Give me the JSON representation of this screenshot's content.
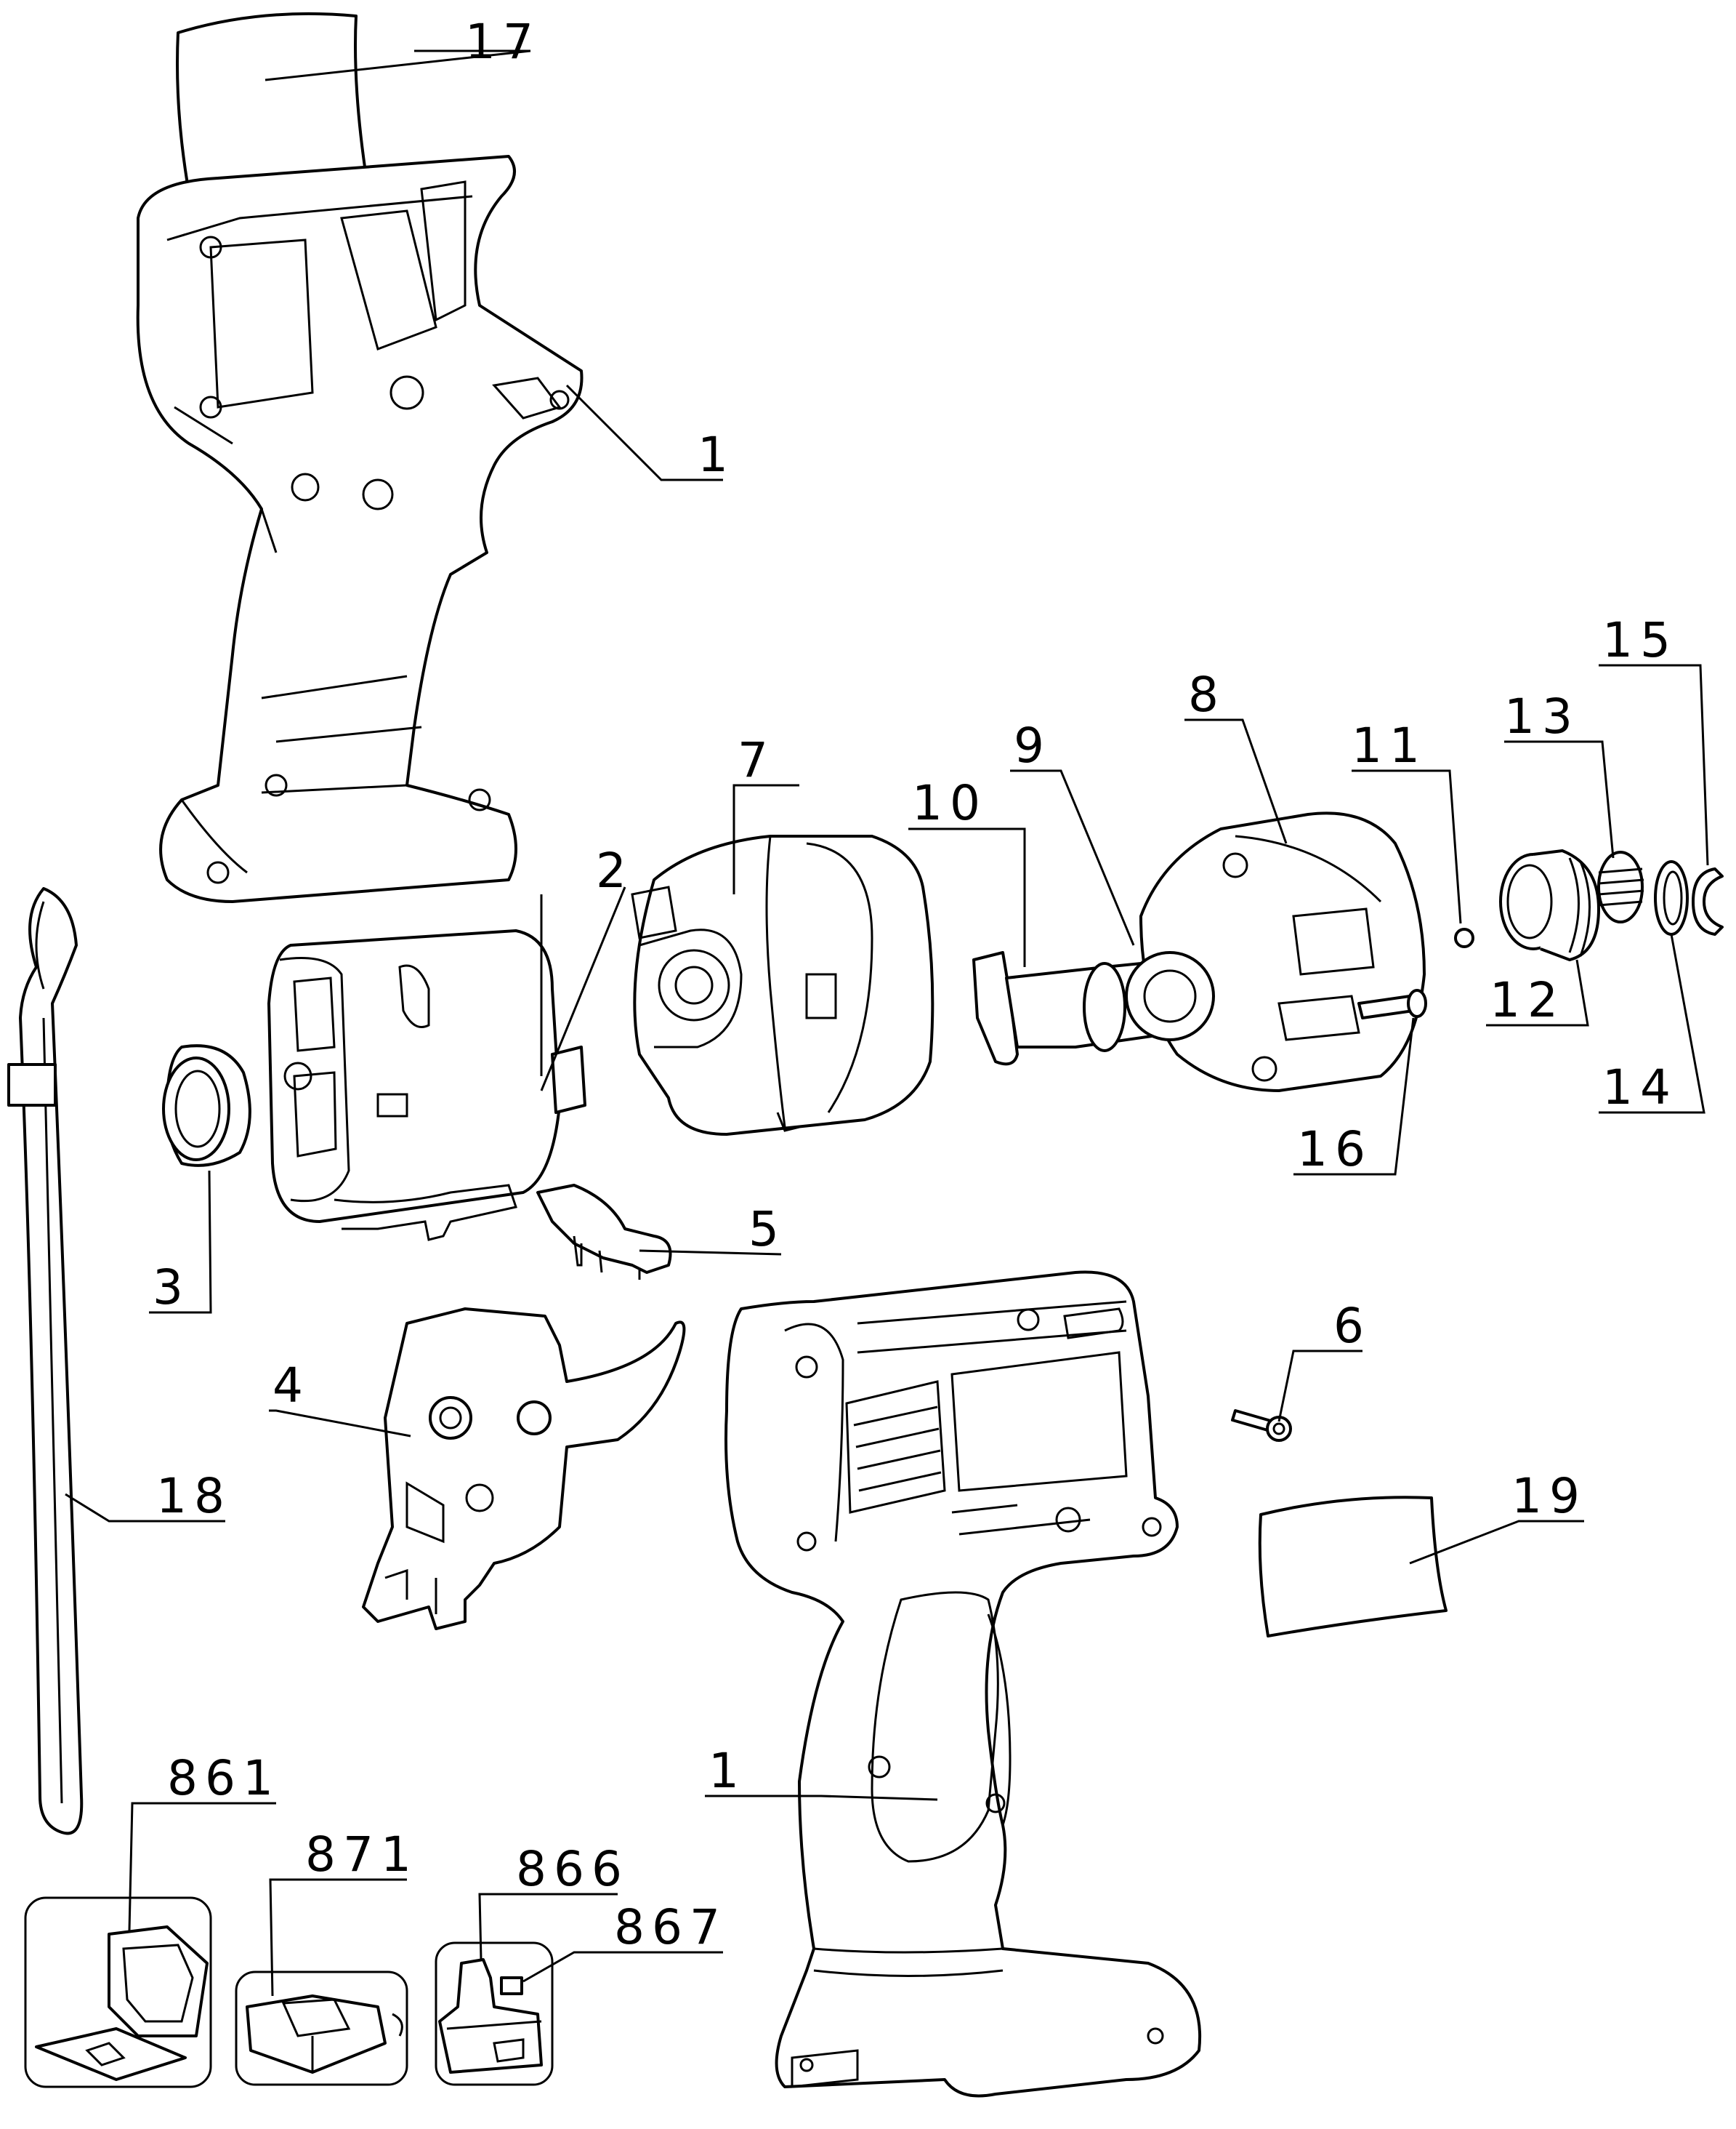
{
  "diagram": {
    "callouts": {
      "c17": "17",
      "c1_top": "1",
      "c2": "2",
      "c7": "7",
      "c10": "10",
      "c9": "9",
      "c8": "8",
      "c11": "11",
      "c13": "13",
      "c15": "15",
      "c12": "12",
      "c14": "14",
      "c16": "16",
      "c3": "3",
      "c5": "5",
      "c6": "6",
      "c4": "4",
      "c18": "18",
      "c19": "19",
      "c1_bottom": "1",
      "c861": "861",
      "c871": "871",
      "c866": "866",
      "c867": "867"
    }
  }
}
